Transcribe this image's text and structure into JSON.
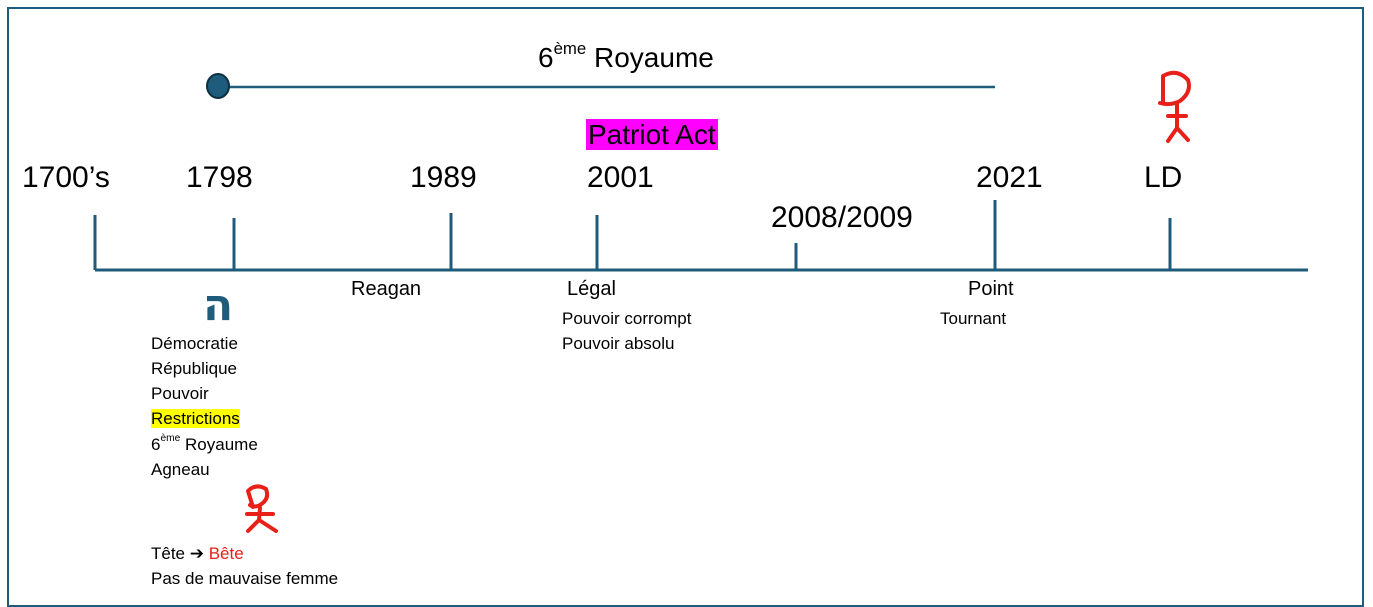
{
  "colors": {
    "line": "#1f5b7a",
    "highlight_magenta": "#ff00ff",
    "highlight_yellow": "#ffff00",
    "red": "#e8201a"
  },
  "top_bar": {
    "label": "6",
    "label_sup": "ème",
    "label_rest": " Royaume"
  },
  "callout": {
    "patriot_act": "Patriot Act"
  },
  "years": {
    "y1700": "1700’s",
    "y1798": "1798",
    "y1989": "1989",
    "y2001": "2001",
    "y2008": "2008/2009",
    "y2021": "2021",
    "ld": "LD"
  },
  "below": {
    "reagan": "Reagan",
    "legal": "Légal",
    "legal_notes": [
      "Pouvoir corrompt",
      "Pouvoir absolu"
    ],
    "point": "Point",
    "tournant": "Tournant",
    "hebrew_letter": "ה",
    "list_1798": {
      "democratie": "Démocratie",
      "republique": "République",
      "pouvoir": "Pouvoir",
      "restrictions": "Restrictions",
      "royaume_num": "6",
      "royaume_sup": "ème",
      "royaume_rest": " Royaume",
      "agneau": "Agneau"
    },
    "tete": "Tête ",
    "arrow": "➔",
    "bete": " Bête",
    "mauvaise_femme": "Pas de mauvaise femme"
  }
}
